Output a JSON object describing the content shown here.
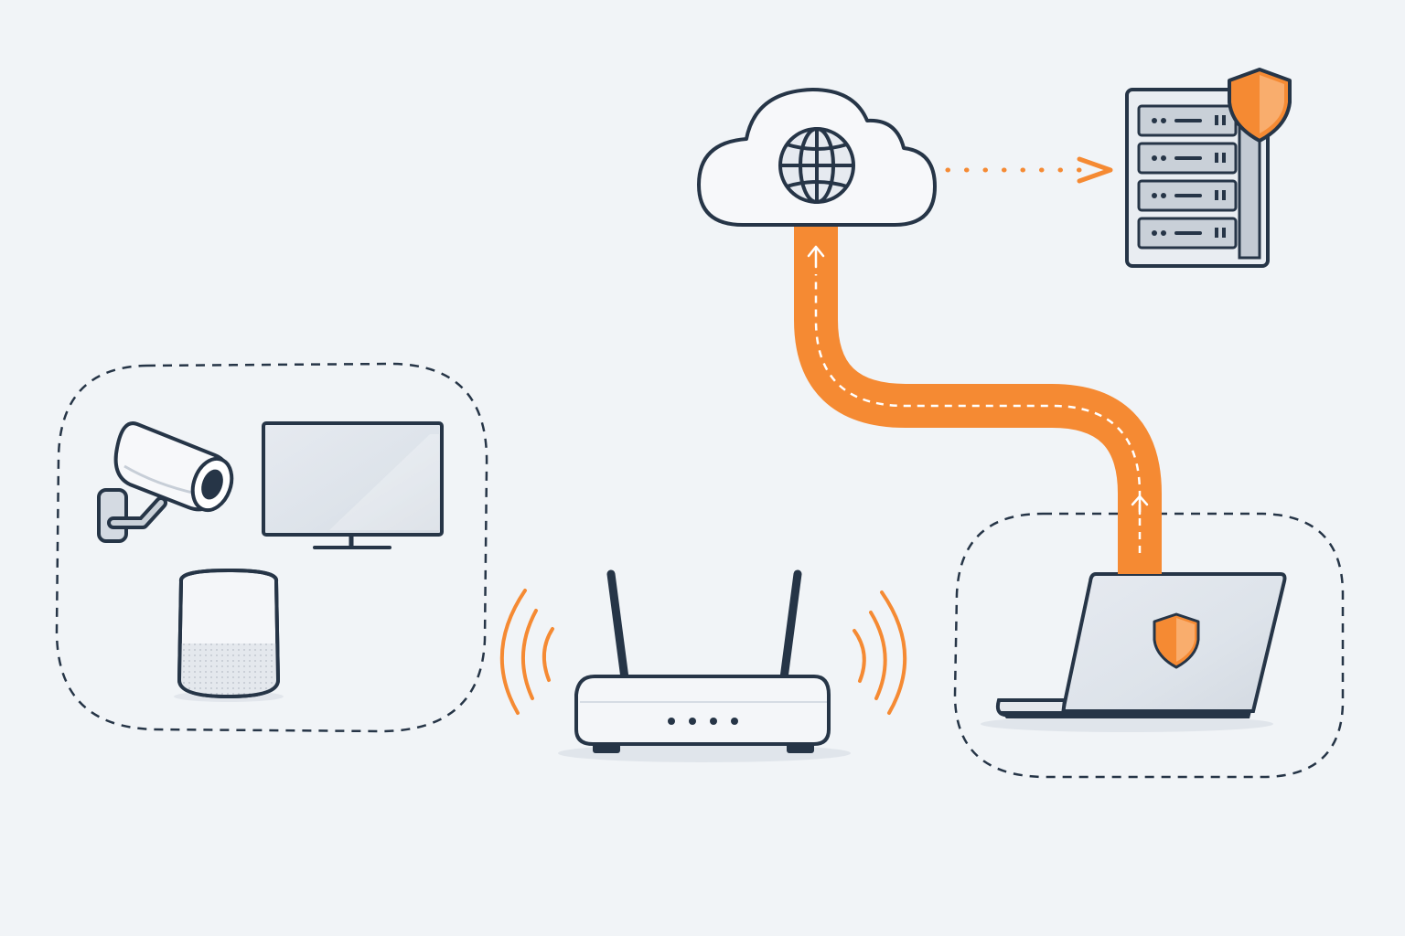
{
  "diagram": {
    "type": "network-topology",
    "nodes": [
      {
        "id": "iot-devices",
        "members": [
          "security-camera",
          "monitor",
          "smart-speaker"
        ],
        "grouped": true
      },
      {
        "id": "router",
        "wireless": true
      },
      {
        "id": "laptop",
        "grouped": true,
        "badge": "shield-icon"
      },
      {
        "id": "internet-cloud",
        "icon": "globe-icon"
      },
      {
        "id": "server",
        "badge": "shield-icon"
      }
    ],
    "edges": [
      {
        "from": "laptop",
        "to": "internet-cloud",
        "style": "thick-tunnel-dashed-arrows"
      },
      {
        "from": "internet-cloud",
        "to": "server",
        "style": "dotted-arrow"
      }
    ]
  },
  "colors": {
    "background": "#f1f4f7",
    "accent": "#f58a33",
    "outline": "#263547",
    "device_fill": "#e2e7ee",
    "screen_fill": "#dde3ea"
  }
}
